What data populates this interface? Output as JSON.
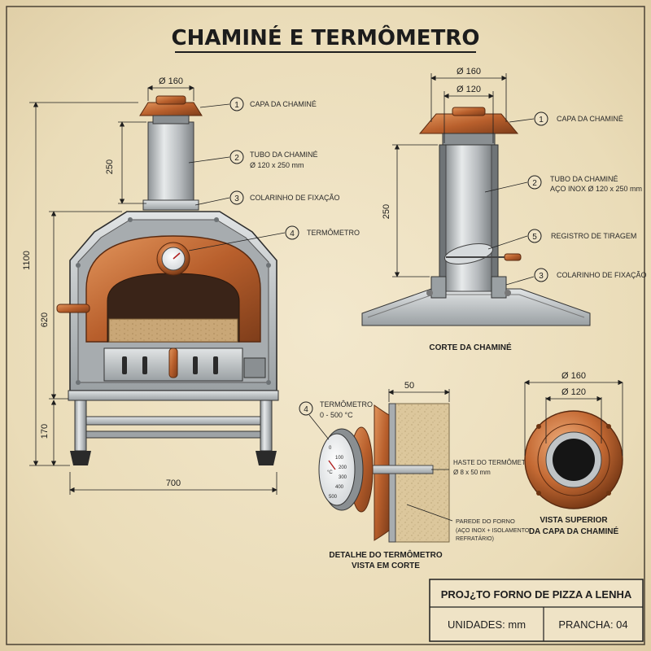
{
  "title": "CHAMINÉ E TERMÔMETRO",
  "front_view": {
    "dim_flue_width": "Ø 160",
    "dim_flue_height": "250",
    "dim_total_height": "1100",
    "dim_oven_height": "620",
    "dim_stand_height": "170",
    "dim_width": "700",
    "callouts": [
      {
        "n": "1",
        "text": "CAPA DA CHAMINÉ"
      },
      {
        "n": "2",
        "text": "TUBO DA CHAMINÉ",
        "sub": "Ø 120 x 250 mm"
      },
      {
        "n": "3",
        "text": "COLARINHO DE FIXAÇÃO"
      },
      {
        "n": "4",
        "text": "TERMÔMETRO"
      }
    ]
  },
  "section_view": {
    "dim_outer": "Ø 160",
    "dim_inner": "Ø 120",
    "dim_height": "250",
    "callouts": [
      {
        "n": "1",
        "text": "CAPA DA CHAMINÉ"
      },
      {
        "n": "2",
        "text": "TUBO DA CHAMINÉ",
        "sub": "AÇO INOX Ø 120 x 250 mm"
      },
      {
        "n": "5",
        "text": "REGISTRO DE TIRAGEM"
      },
      {
        "n": "3",
        "text": "COLARINHO DE FIXAÇÃO"
      }
    ],
    "caption": "CORTE DA CHAMINÉ"
  },
  "thermo_detail": {
    "n": "4",
    "label": "TERMÔMETRO",
    "range": "0 - 500 °C",
    "dim_wall": "50",
    "stem_label": "HASTE DO TERMÔMETRO",
    "stem_sub": "Ø 8 x 50 mm",
    "wall_label": "PAREDE DO FORNO",
    "wall_sub1": "(AÇO INOX + ISOLAMENTO",
    "wall_sub2": "REFRATÁRIO)",
    "dial_ticks": [
      "0",
      "100",
      "200",
      "300",
      "400",
      "500"
    ],
    "dial_unit": "°C",
    "caption1": "DETALHE DO TERMÔMETRO",
    "caption2": "VISTA EM CORTE"
  },
  "top_view": {
    "dim_outer": "Ø 160",
    "dim_inner": "Ø 120",
    "caption1": "VISTA SUPERIOR",
    "caption2": "DA CAPA DA CHAMINÉ"
  },
  "title_block": {
    "project": "PROJ¿TO FORNO DE PIZZA A LENHA",
    "units": "UNIDADES: mm",
    "sheet": "PRANCHA: 04"
  },
  "colors": {
    "copper": "#c26a36",
    "steel": "#b9bdc0",
    "ink": "#1e1e1e",
    "paper": "#efe3c6"
  }
}
